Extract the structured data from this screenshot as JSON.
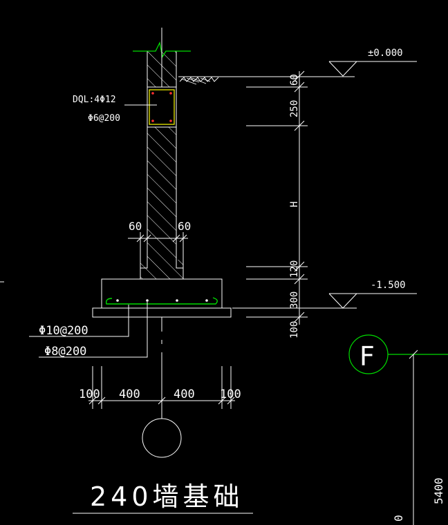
{
  "colors": {
    "background": "#000000",
    "lines": "#ffffff",
    "rebar_frame": "#ffff00",
    "rebar_points": "#ff3030",
    "grid": "#00dd00"
  },
  "levels": {
    "top": "±0.000",
    "bottom": "-1.500"
  },
  "beam": {
    "line1": "DQL:4Φ12",
    "line2": "Φ6@200"
  },
  "offsets": {
    "left": "60",
    "right": "60"
  },
  "rebar": {
    "bottom_bars": "Φ10@200",
    "dist_bars": "Φ8@200"
  },
  "footing_dims": [
    "100",
    "400",
    "400",
    "100"
  ],
  "vertical_dims": [
    "60",
    "250",
    "H",
    "120",
    "300",
    "100"
  ],
  "grid_axis": {
    "label": "F",
    "dim": "5400",
    "partial": "0"
  },
  "title": "240墙基础"
}
